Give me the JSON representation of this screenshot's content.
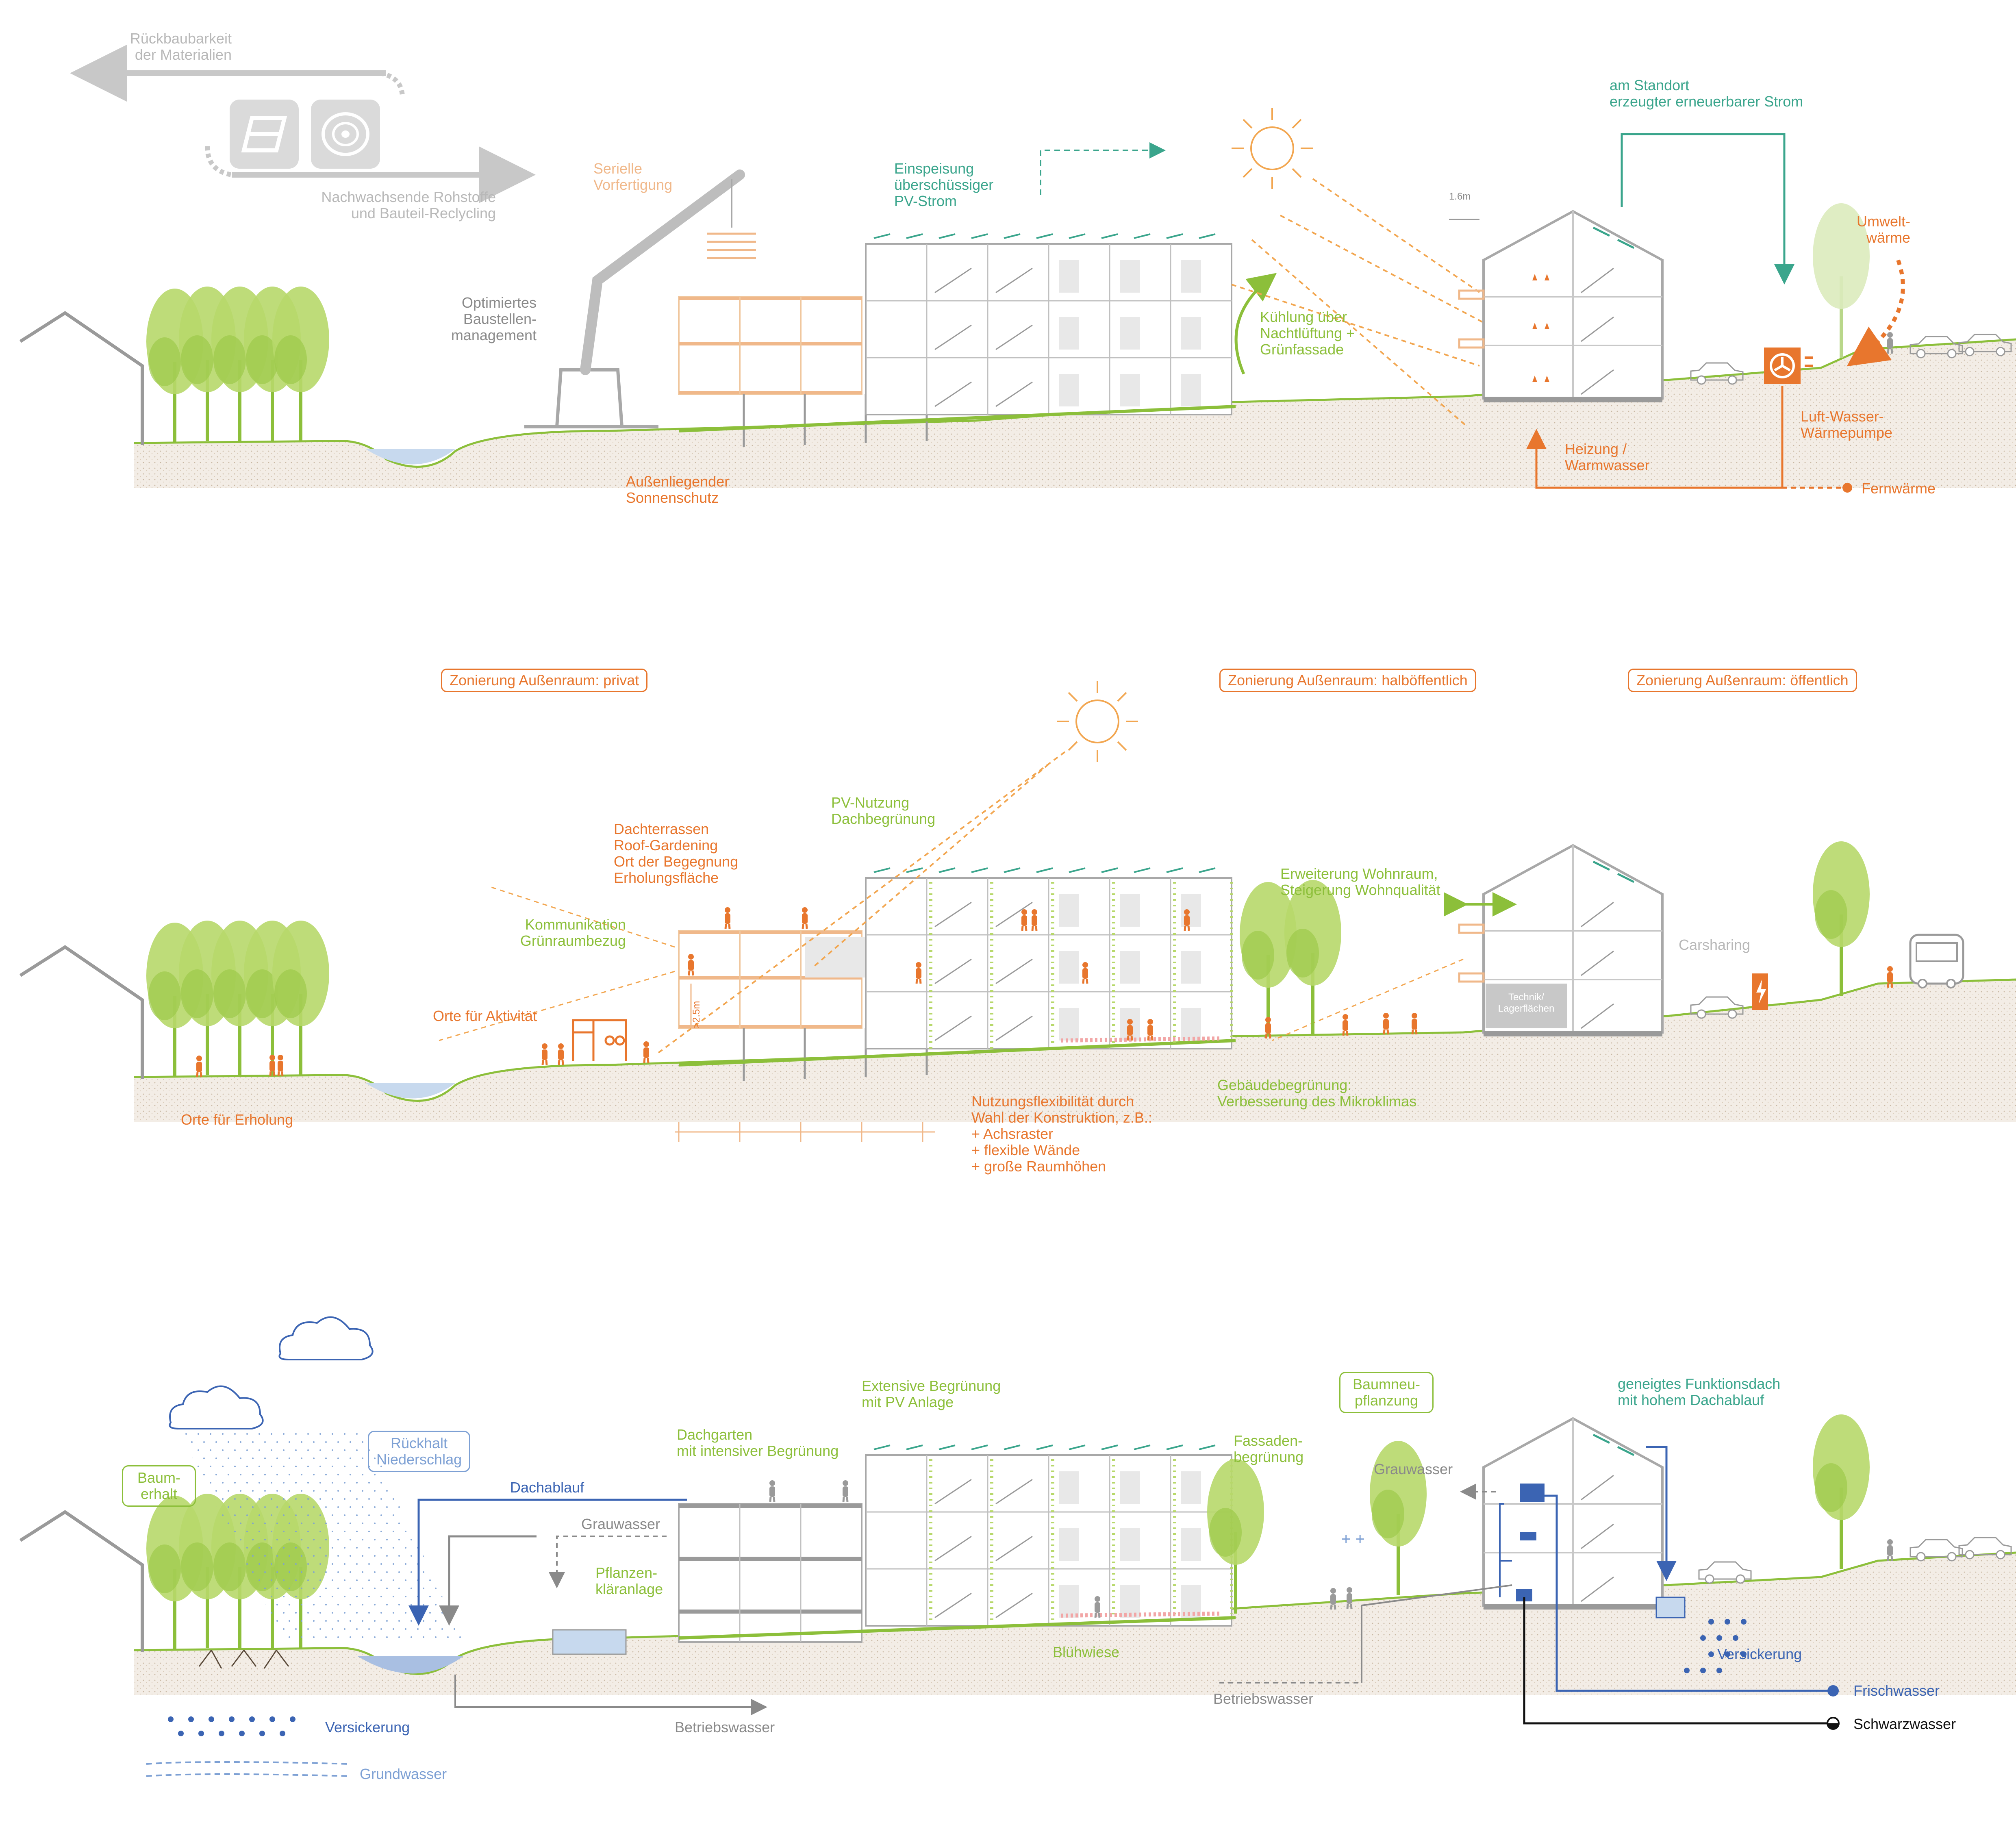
{
  "colors": {
    "orange": "#e8762d",
    "peach": "#f0b88a",
    "green": "#8cbf3a",
    "teal": "#3aa58c",
    "grey": "#8a8a8a",
    "light_grey": "#b8b8b8",
    "blue": "#3b64b3",
    "light_blue": "#7da0d4",
    "black": "#111111"
  },
  "icons": [
    "steel-beam-icon",
    "timber-log-icon",
    "sun-icon",
    "cloud-icon",
    "heat-pump-icon",
    "charging-station-icon",
    "tree-icon",
    "crane-icon",
    "car-icon",
    "bus-icon",
    "person-icon"
  ],
  "panel1": {
    "rueckbau": "Rückbaubarkeit\nder Materialien",
    "nachwachsend": "Nachwachsende Rohstoffe\nund Bauteil-Reclycling",
    "serielle": "Serielle\nVorfertigung",
    "baustelle": "Optimiertes\nBaustellen-\nmanagement",
    "einspeisung": "Einspeisung\nüberschüssiger\nPV-Strom",
    "standort_strom": "am Standort\nerzeugter erneuerbarer Strom",
    "dim": "1.6m",
    "kuehlung": "Kühlung über\nNachtlüftung +\nGrünfassade",
    "umwelt": "Umwelt-\nwärme",
    "sonnenschutz": "Außenliegender\nSonnenschutz",
    "heizung": "Heizung /\nWarmwasser",
    "waermepumpe": "Luft-Wasser-\nWärmepumpe",
    "fernwaerme": "Fernwärme"
  },
  "panel2": {
    "zone_privat": "Zonierung Außenraum: privat",
    "zone_halb": "Zonierung Außenraum: halböffentlich",
    "zone_oeff": "Zonierung Außenraum: öffentlich",
    "pv": "PV-Nutzung\nDachbegrünung",
    "dachterrassen": "Dachterrassen\nRoof-Gardening\nOrt der Begegnung\nErholungsfläche",
    "kommunikation": "Kommunikation\nGrünraumbezug",
    "aktivitaet": "Orte für Aktivität",
    "erholung": "Orte für Erholung",
    "hoehe": ">2.5m",
    "erweiterung": "Erweiterung Wohnraum,\nSteigerung Wohnqualität",
    "carsharing": "Carsharing",
    "technik": "Technik/\nLagerflächen",
    "nutzung": "Nutzungsflexibilität durch\nWahl der Konstruktion, z.B.:\n+  Achsraster\n+  flexible Wände\n+  große Raumhöhen",
    "begruenung": "Gebäudebegrünung:\nVerbesserung des Mikroklimas"
  },
  "panel3": {
    "extensive": "Extensive Begrünung\nmit PV Anlage",
    "baumneu": "Baumneu-\npflanzung",
    "geneigt": "geneigtes Funktionsdach\nmit hohem Dachablauf",
    "rueckhalt": "Rückhalt\nNiederschlag",
    "baumerhalt": "Baum-\nerhalt",
    "dachgarten": "Dachgarten\nmit intensiver Begrünung",
    "fassaden": "Fassaden-\nbegrünung",
    "grauwasser_r": "Grauwasser",
    "dachablauf": "Dachablauf",
    "grauwasser_l": "Grauwasser",
    "pflanzen": "Pflanzen-\nkläranlage",
    "bluehwiese": "Blühwiese",
    "versickerung_l": "Versickerung",
    "versickerung_r": "Versickerung",
    "betriebswasser_l": "Betriebswasser",
    "betriebswasser_r": "Betriebswasser",
    "grundwasser": "Grundwasser",
    "frischwasser": "Frischwasser",
    "schwarzwasser": "Schwarzwasser"
  }
}
